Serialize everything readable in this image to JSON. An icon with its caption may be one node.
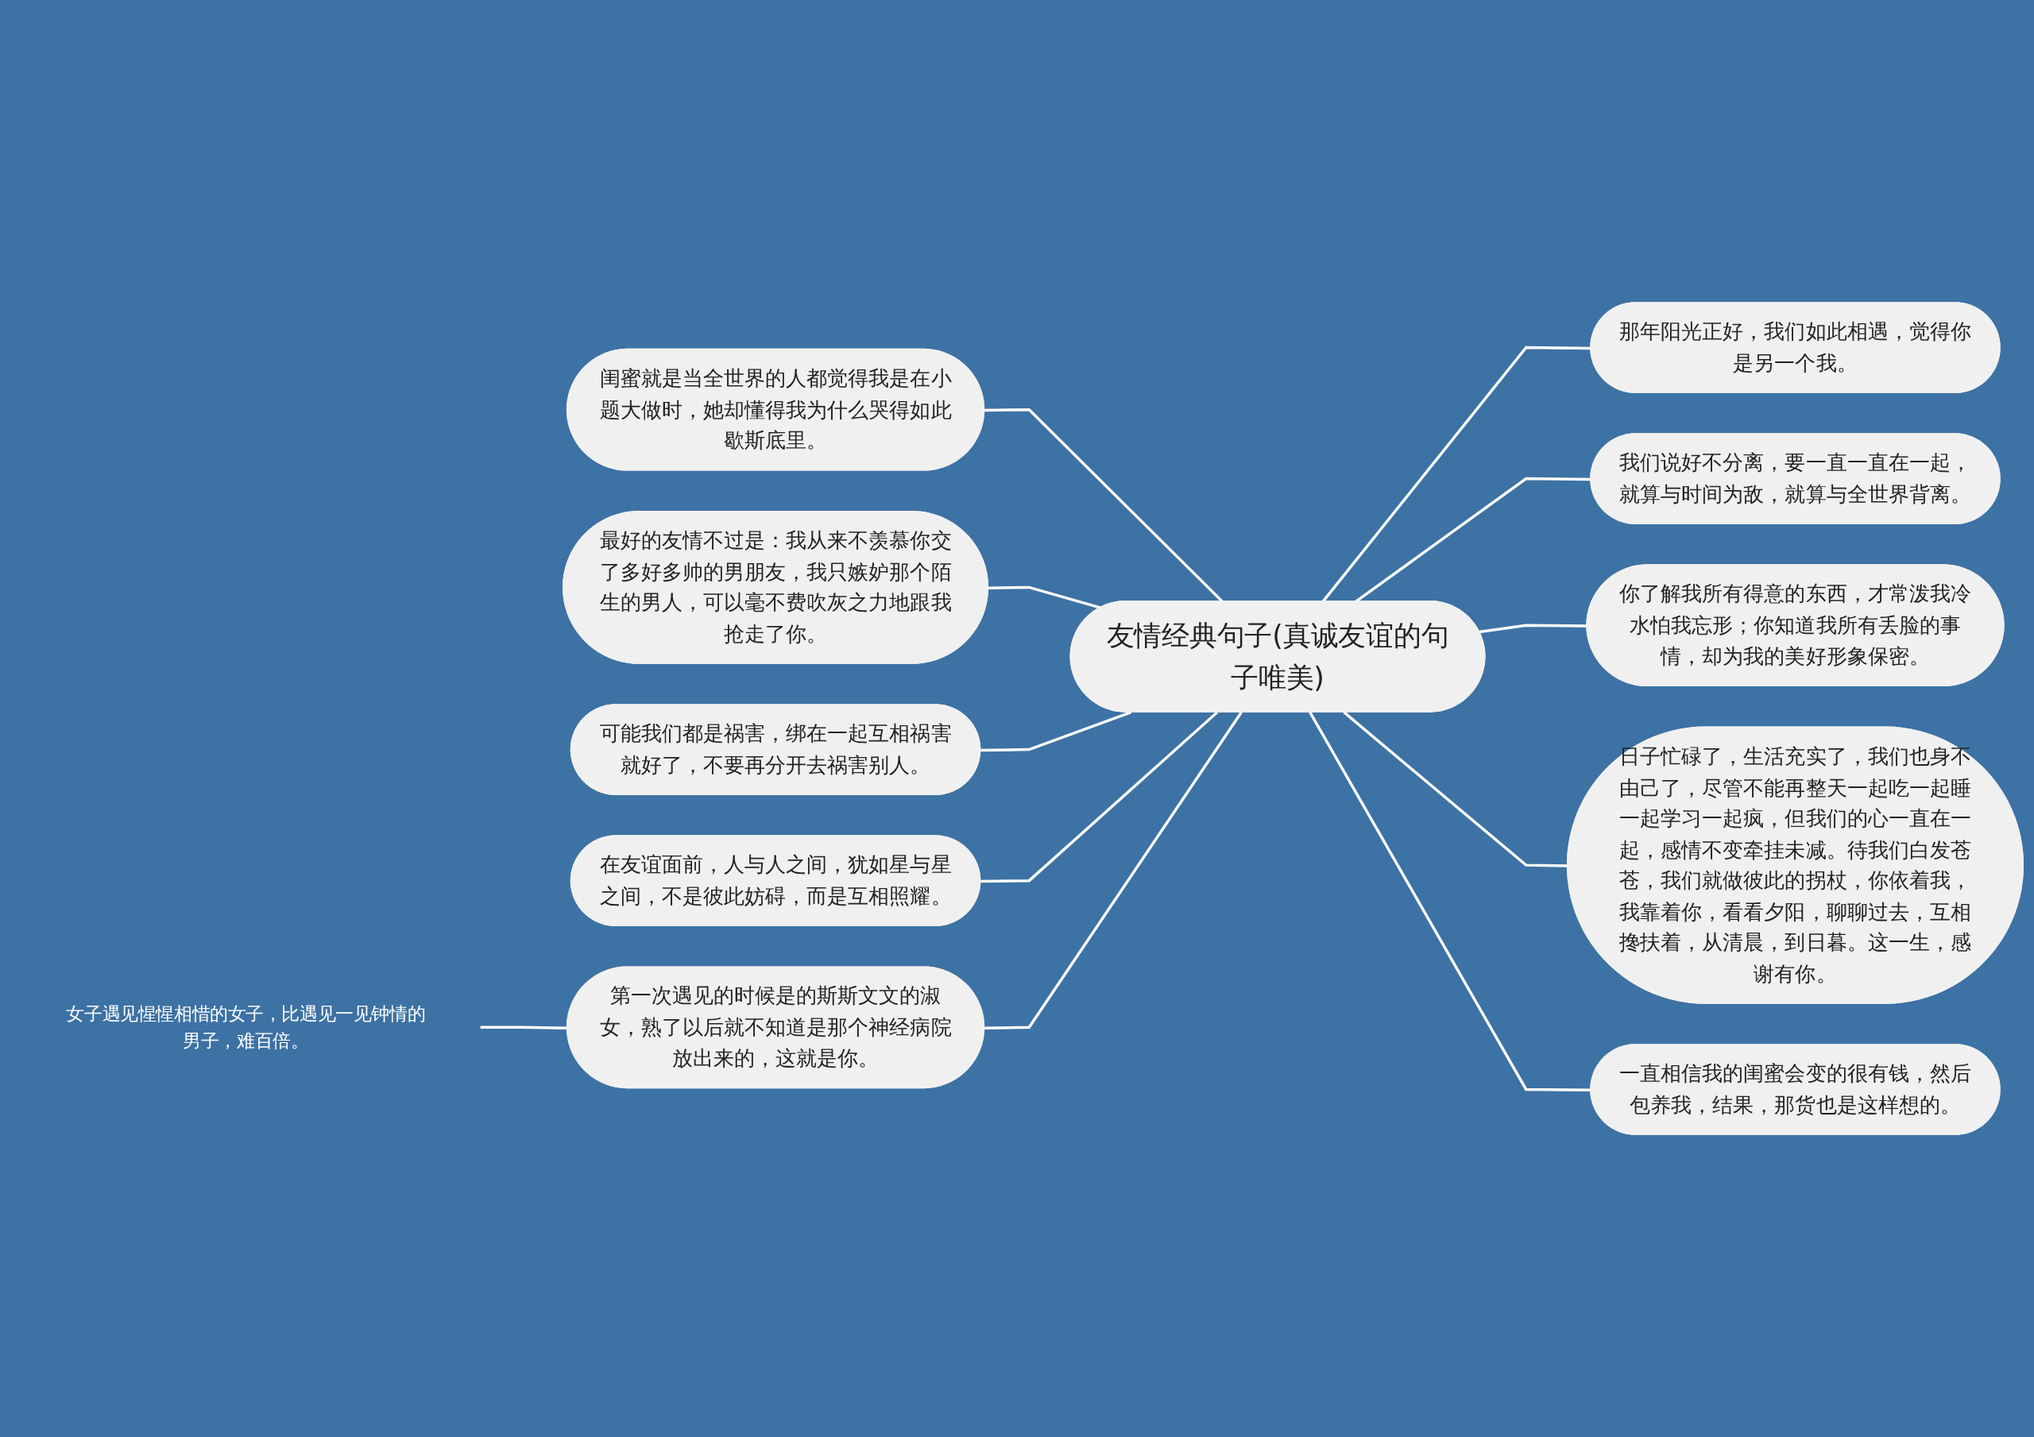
{
  "diagram": {
    "nodes": [
      {
        "text": [
          "友情经典句子(真诚友谊的句子唯美)"
        ]
      },
      {
        "text": [
          "闺蜜就是当全世界的人都觉得我是在小题大做时，她却懂得我为什么哭得如此歇斯底里。"
        ]
      },
      {
        "text": [
          "最好的友情不过是：我从来不羡慕你交了多好多帅的男朋友，我只嫉妒那个陌生的男人，可以毫不费吹灰之力地跟我抢走了你。"
        ]
      },
      {
        "text": [
          "可能我们都是祸害，绑在一起互相祸害就好了，不要再分开去祸害别人。"
        ]
      },
      {
        "text": [
          "在友谊面前，人与人之间，犹如星与星之间，不是彼此妨碍，而是互相照耀。"
        ]
      },
      {
        "text": [
          "第一次遇见的时候是的斯斯文文的淑女，熟了以后就不知道是那个神经病院放出来的，这就是你。"
        ]
      },
      {
        "text": [
          "女子遇见惺惺相惜的女子，比遇见一见钟情的男子，难百倍。"
        ]
      },
      {
        "text": [
          "那年阳光正好，我们如此相遇，觉得你是另一个我。"
        ]
      },
      {
        "text": [
          "我们说好不分离，要一直一直在一起，就算与时间为敌，就算与全世界背离。"
        ]
      },
      {
        "text": [
          "你了解我所有得意的东西，才常泼我冷水怕我忘形；你知道我所有丢脸的事情，却为我的美好形象保密。"
        ]
      },
      {
        "text": [
          "日子忙碌了，生活充实了，我们也身不由己了，尽管不能再整天一起吃一起睡一起学习一起疯，但我们的心一直在一起，感情不变牵挂未减。待我们白发苍苍，我们就做彼此的拐杖，你依着我，我靠着你，看看夕阳，聊聊过去，互相搀扶着，从清晨，到日暮。这一生，感谢有你。"
        ]
      },
      {
        "text": [
          "一直相信我的闺蜜会变的很有钱，然后包养我，结果，那货也是这样想的。"
        ]
      }
    ],
    "edges": [
      {
        "from": 0,
        "to": 1,
        "arrow": "none"
      },
      {
        "from": 0,
        "to": 2,
        "arrow": "none"
      },
      {
        "from": 0,
        "to": 3,
        "arrow": "none"
      },
      {
        "from": 0,
        "to": 4,
        "arrow": "none"
      },
      {
        "from": 0,
        "to": 5,
        "arrow": "none"
      },
      {
        "from": 5,
        "to": 6,
        "arrow": "none"
      },
      {
        "from": 0,
        "to": 7,
        "arrow": "none"
      },
      {
        "from": 0,
        "to": 8,
        "arrow": "none"
      },
      {
        "from": 0,
        "to": 9,
        "arrow": "none"
      },
      {
        "from": 0,
        "to": 10,
        "arrow": "none"
      },
      {
        "from": 0,
        "to": 11,
        "arrow": "none"
      }
    ]
  }
}
